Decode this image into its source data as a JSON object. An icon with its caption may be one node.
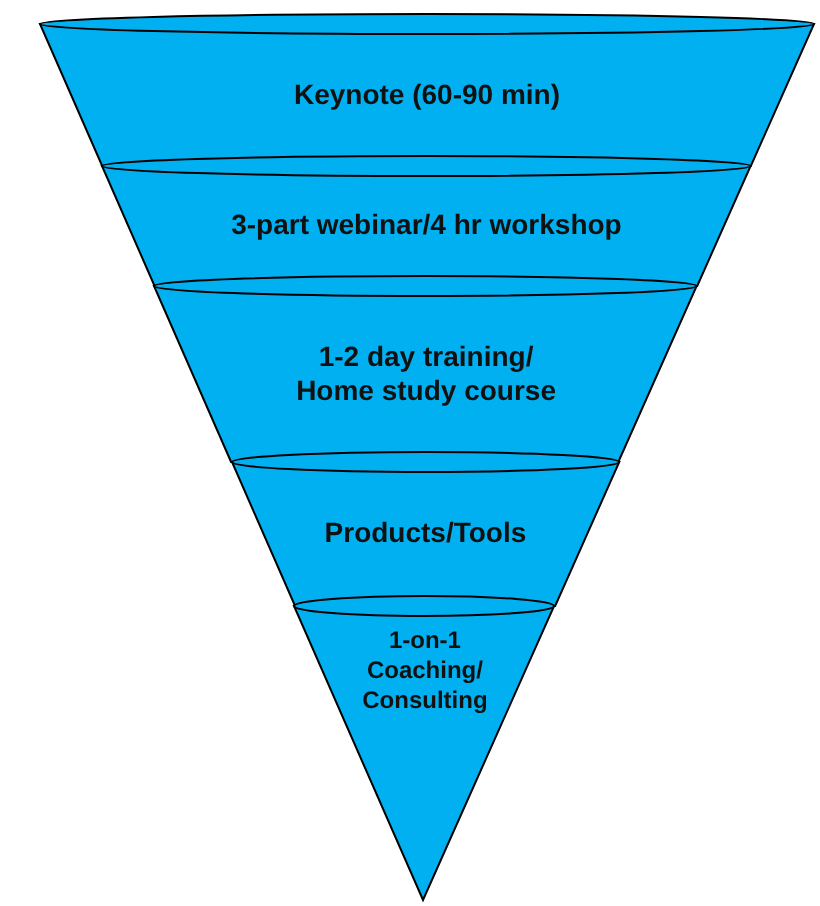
{
  "diagram": {
    "nodes": [
      {
        "text": [
          "Keynote (60-90 min)"
        ]
      },
      {
        "text": [
          "3-part webinar/4 hr workshop"
        ]
      },
      {
        "text": [
          "1-2 day training/ Home study course"
        ]
      },
      {
        "text": [
          "Products/Tools"
        ]
      },
      {
        "text": [
          "1-on-1 Coaching/ Consulting"
        ]
      }
    ]
  }
}
